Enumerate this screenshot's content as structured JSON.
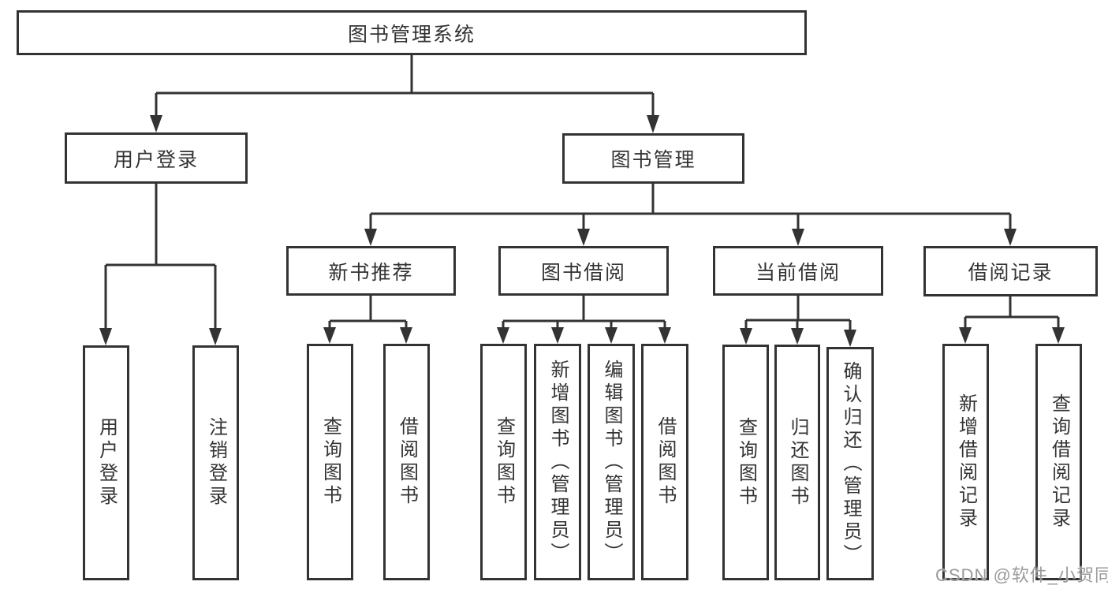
{
  "diagram": {
    "tree": {
      "label": "图书管理系统",
      "children": [
        {
          "label": "用户登录",
          "children": [
            {
              "label": "用户登录"
            },
            {
              "label": "注销登录"
            }
          ]
        },
        {
          "label": "图书管理",
          "children": [
            {
              "label": "新书推荐",
              "children": [
                {
                  "label": "查询图书"
                },
                {
                  "label": "借阅图书"
                }
              ]
            },
            {
              "label": "图书借阅",
              "children": [
                {
                  "label": "查询图书"
                },
                {
                  "label": "新增图书（管理员）"
                },
                {
                  "label": "编辑图书（管理员）"
                },
                {
                  "label": "借阅图书"
                }
              ]
            },
            {
              "label": "当前借阅",
              "children": [
                {
                  "label": "查询图书"
                },
                {
                  "label": "归还图书"
                },
                {
                  "label": "确认归还（管理员）"
                }
              ]
            },
            {
              "label": "借阅记录",
              "children": [
                {
                  "label": "新增借阅记录"
                },
                {
                  "label": "查询借阅记录"
                }
              ]
            }
          ]
        }
      ]
    },
    "colors": {
      "line": "#333333",
      "text": "#333333",
      "box_background": "#ffffff",
      "watermark": "#9a9a9a"
    },
    "watermark": "CSDN @软件_小贺同学"
  }
}
